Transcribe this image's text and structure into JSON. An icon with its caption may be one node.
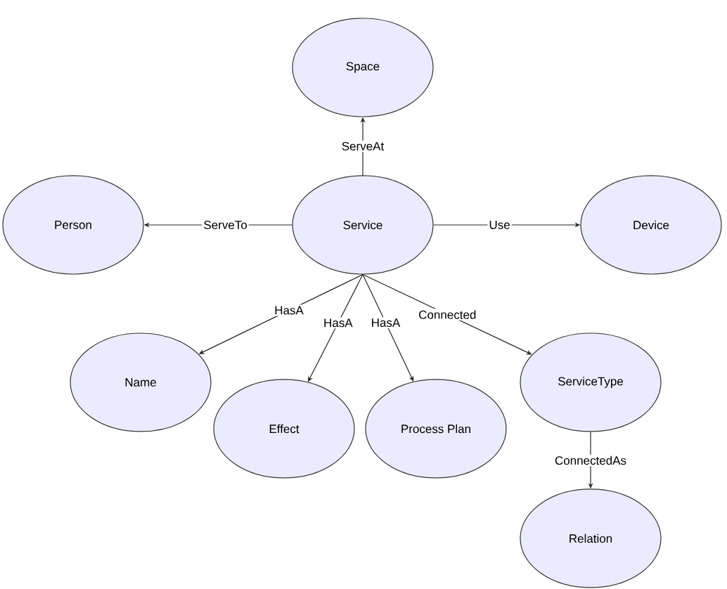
{
  "diagram": {
    "nodes": [
      {
        "text": [
          "Space"
        ]
      },
      {
        "text": [
          "Person"
        ]
      },
      {
        "text": [
          "Service"
        ]
      },
      {
        "text": [
          "Device"
        ]
      },
      {
        "text": [
          "Name"
        ]
      },
      {
        "text": [
          "Effect"
        ]
      },
      {
        "text": [
          "Process Plan"
        ]
      },
      {
        "text": [
          "ServiceType"
        ]
      },
      {
        "text": [
          "Relation"
        ]
      }
    ],
    "edges": [
      {
        "from": 2,
        "to": 0,
        "arrow": "to",
        "label": "ServeAt"
      },
      {
        "from": 2,
        "to": 1,
        "arrow": "to",
        "label": "ServeTo"
      },
      {
        "from": 2,
        "to": 3,
        "arrow": "to",
        "label": "Use"
      },
      {
        "from": 2,
        "to": 4,
        "arrow": "to",
        "label": "HasA"
      },
      {
        "from": 2,
        "to": 5,
        "arrow": "to",
        "label": "HasA"
      },
      {
        "from": 2,
        "to": 6,
        "arrow": "to",
        "label": "HasA"
      },
      {
        "from": 2,
        "to": 7,
        "arrow": "to",
        "label": "Connected"
      },
      {
        "from": 7,
        "to": 8,
        "arrow": "to",
        "label": "ConnectedAs"
      }
    ]
  }
}
